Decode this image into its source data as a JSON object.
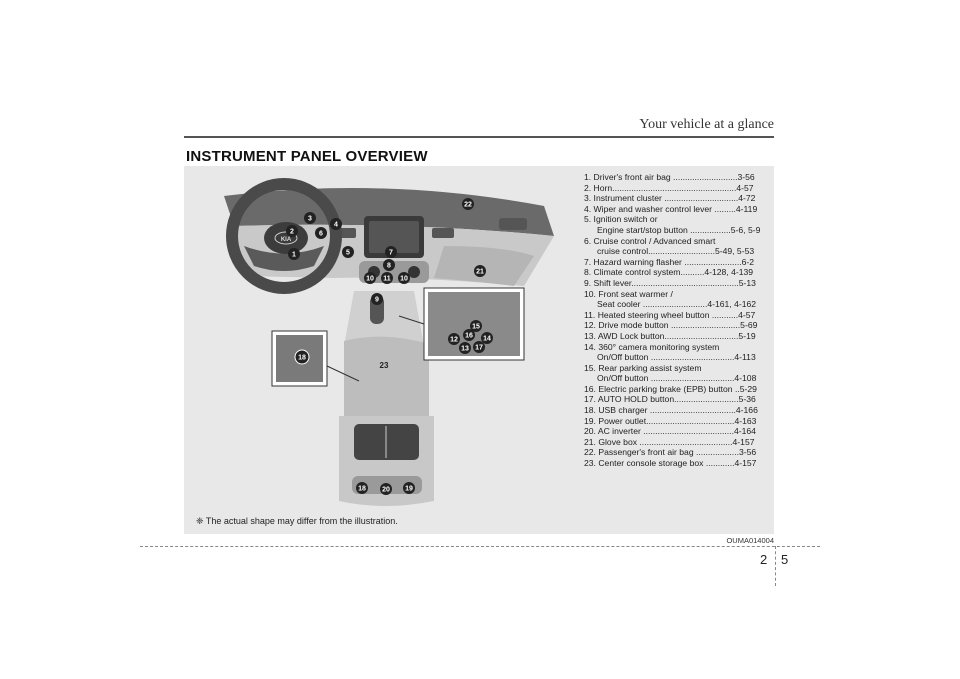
{
  "header": {
    "title": "Your vehicle at a glance"
  },
  "section": {
    "title": "INSTRUMENT PANEL OVERVIEW"
  },
  "legend": [
    {
      "text": "1. Driver's front air bag ...........................3-56"
    },
    {
      "text": "2. Horn....................................................4-57"
    },
    {
      "text": "3. Instrument cluster ...............................4-72"
    },
    {
      "text": "4. Wiper and washer control lever .........4-119"
    },
    {
      "text": "5. Ignition switch or"
    },
    {
      "text": "Engine start/stop button .................5-6, 5-9",
      "indent": true
    },
    {
      "text": "6. Cruise control / Advanced smart"
    },
    {
      "text": "cruise control............................5-49, 5-53",
      "indent": true
    },
    {
      "text": "7. Hazard warning flasher ........................6-2"
    },
    {
      "text": "8. Climate control system..........4-128, 4-139"
    },
    {
      "text": "9. Shift lever.............................................5-13"
    },
    {
      "text": "10. Front seat warmer /"
    },
    {
      "text": "Seat cooler ...........................4-161, 4-162",
      "indent": true
    },
    {
      "text": "11. Heated steering wheel button ...........4-57"
    },
    {
      "text": "12. Drive mode button .............................5-69"
    },
    {
      "text": "13. AWD Lock button...............................5-19"
    },
    {
      "text": "14. 360° camera monitoring system"
    },
    {
      "text": "On/Off button ...................................4-113",
      "indent": true
    },
    {
      "text": "15. Rear parking assist system"
    },
    {
      "text": "On/Off button ...................................4-108",
      "indent": true
    },
    {
      "text": "16. Electric parking brake (EPB) button ..5-29"
    },
    {
      "text": "17. AUTO HOLD button...........................5-36"
    },
    {
      "text": "18. USB charger ....................................4-166"
    },
    {
      "text": "19. Power outlet.....................................4-163"
    },
    {
      "text": "20. AC inverter ......................................4-164"
    },
    {
      "text": "21. Glove box .......................................4-157"
    },
    {
      "text": "22. Passenger's front air bag ..................3-56"
    },
    {
      "text": "23. Center console storage box ............4-157"
    }
  ],
  "callouts": {
    "c1": "1",
    "c2": "2",
    "c3": "3",
    "c4": "4",
    "c5": "5",
    "c6": "6",
    "c7": "7",
    "c8": "8",
    "c9": "9",
    "c10a": "10",
    "c11": "11",
    "c10b": "10",
    "c12": "12",
    "c13": "13",
    "c14": "14",
    "c15": "15",
    "c16": "16",
    "c17": "17",
    "c18a": "18",
    "c18b": "18",
    "c19": "19",
    "c20": "20",
    "c21": "21",
    "c22": "22",
    "c23": "23"
  },
  "steering_logo": "KIA",
  "note": "❈ The actual shape may differ from the illustration.",
  "figure_code": "OUMA014004",
  "footer": {
    "chapter": "2",
    "page": "5"
  }
}
